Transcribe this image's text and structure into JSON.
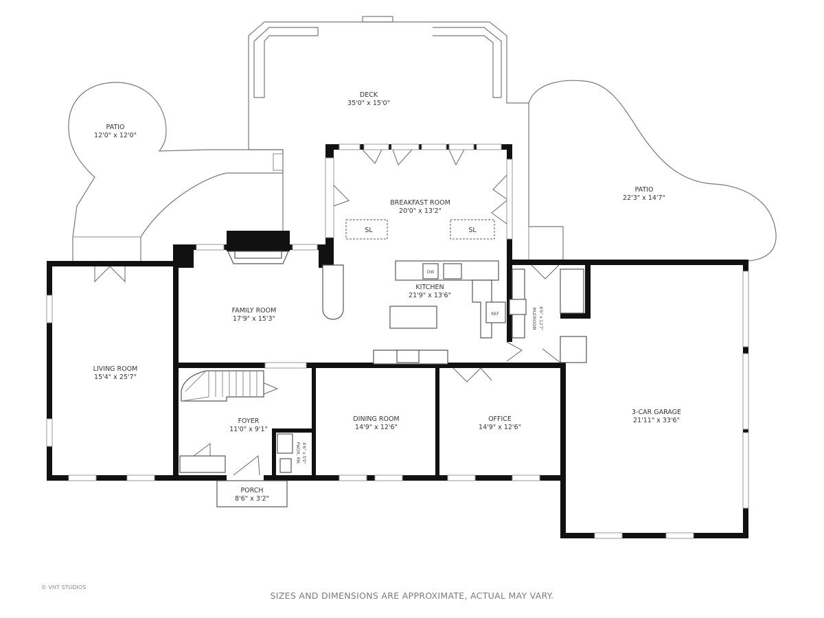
{
  "rooms": {
    "deck": {
      "name": "DECK",
      "dims": "35'0\" x 15'0\""
    },
    "patio_left": {
      "name": "PATIO",
      "dims": "12'0\" x 12'0\""
    },
    "patio_right": {
      "name": "PATIO",
      "dims": "22'3\" x 14'7\""
    },
    "breakfast": {
      "name": "BREAKFAST ROOM",
      "dims": "20'0\" x 13'2\""
    },
    "kitchen": {
      "name": "KITCHEN",
      "dims": "21'9\" x 13'6\""
    },
    "family": {
      "name": "FAMILY ROOM",
      "dims": "17'9\" x 15'3\""
    },
    "living": {
      "name": "LIVING ROOM",
      "dims": "15'4\" x 25'7\""
    },
    "foyer": {
      "name": "FOYER",
      "dims": "11'0\" x 9'1\""
    },
    "dining": {
      "name": "DINING ROOM",
      "dims": "14'9\" x 12'6\""
    },
    "office": {
      "name": "OFFICE",
      "dims": "14'9\" x 12'6\""
    },
    "garage": {
      "name": "3-CAR GARAGE",
      "dims": "21'11\" x 33'6\""
    },
    "mudroom": {
      "name": "MUDROOM",
      "dims": "6'0\" x 12'7\""
    },
    "powder": {
      "name": "PWDR. RM.",
      "dims": "4'6\" x 5'0\""
    },
    "porch": {
      "name": "PORCH",
      "dims": "8'6\" x 3'2\""
    }
  },
  "fixtures": {
    "sliding_left": "SL",
    "sliding_right": "SL",
    "dishwasher": "DW",
    "fridge": "REF"
  },
  "footer": {
    "disclaimer": "SIZES AND DIMENSIONS ARE APPROXIMATE, ACTUAL MAY VARY.",
    "credit": "© VHT STUDIOS"
  }
}
